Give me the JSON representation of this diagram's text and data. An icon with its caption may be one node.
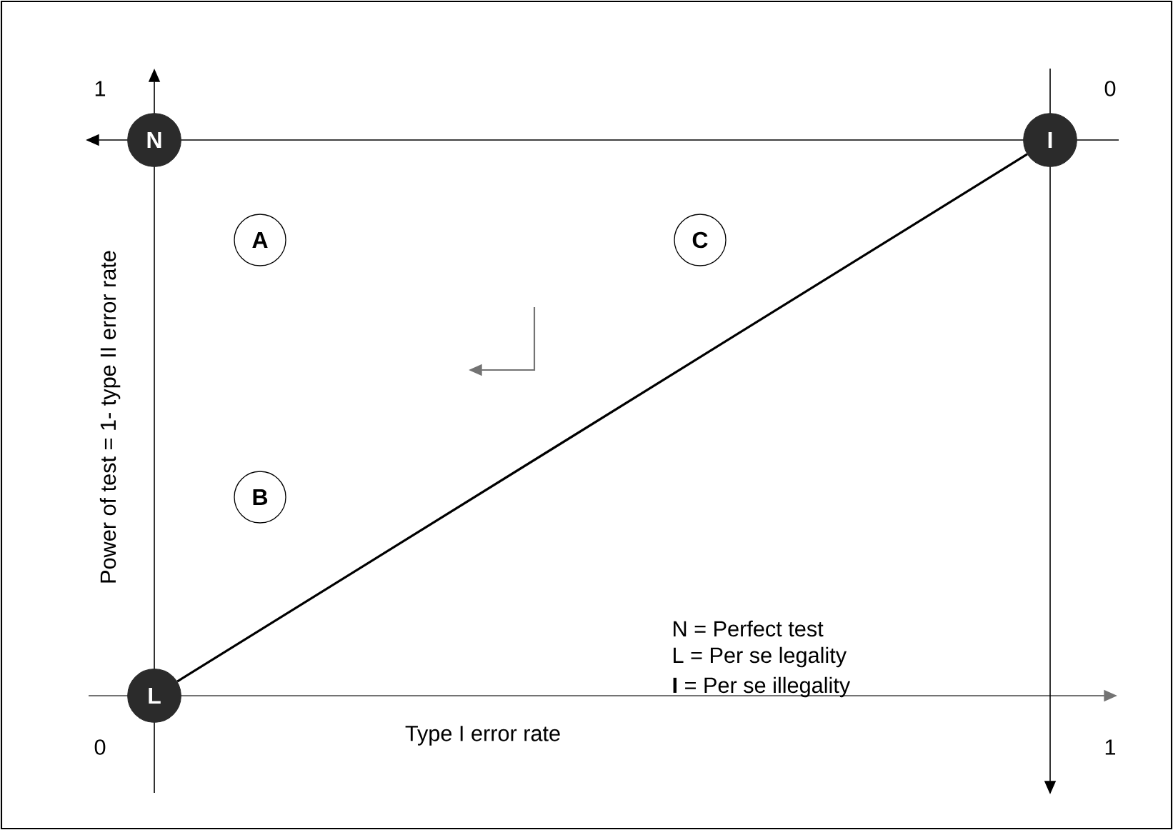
{
  "diagram": {
    "nodes": [
      {
        "text": [
          "N"
        ]
      },
      {
        "text": [
          "I"
        ]
      },
      {
        "text": [
          "A"
        ]
      },
      {
        "text": [
          "C"
        ]
      },
      {
        "text": [
          "B"
        ]
      },
      {
        "text": [
          "L"
        ]
      }
    ],
    "edges": [
      {
        "from": 5,
        "to": 1,
        "arrow": "none"
      }
    ],
    "labels": [
      "1",
      "0",
      "Power of test = 1- type II error rate",
      "N = Perfect test",
      "L  = Per se legality",
      "**I**  = Per se illegality",
      "0",
      "Type I error rate",
      "1"
    ]
  }
}
